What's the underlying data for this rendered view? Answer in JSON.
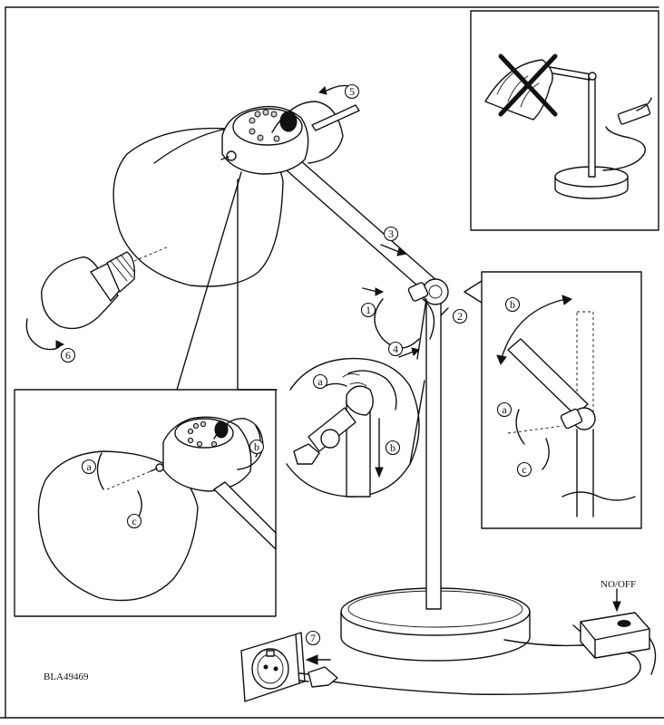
{
  "model_code": "BLA49469",
  "switch_label": "NO/OFF",
  "steps": [
    "1",
    "2",
    "3",
    "4",
    "5",
    "6",
    "7"
  ],
  "detail_letters": {
    "left_inset": [
      "a",
      "b",
      "c"
    ],
    "joint_detail": [
      "a",
      "b"
    ],
    "right_inset": [
      "a",
      "b",
      "c"
    ]
  },
  "colors": {
    "line": "#111111",
    "background": "#ffffff"
  },
  "icons": [
    "prohibited-cover-cross-icon",
    "plug-icon",
    "wall-socket-icon",
    "inline-switch-icon",
    "bulb-icon"
  ]
}
